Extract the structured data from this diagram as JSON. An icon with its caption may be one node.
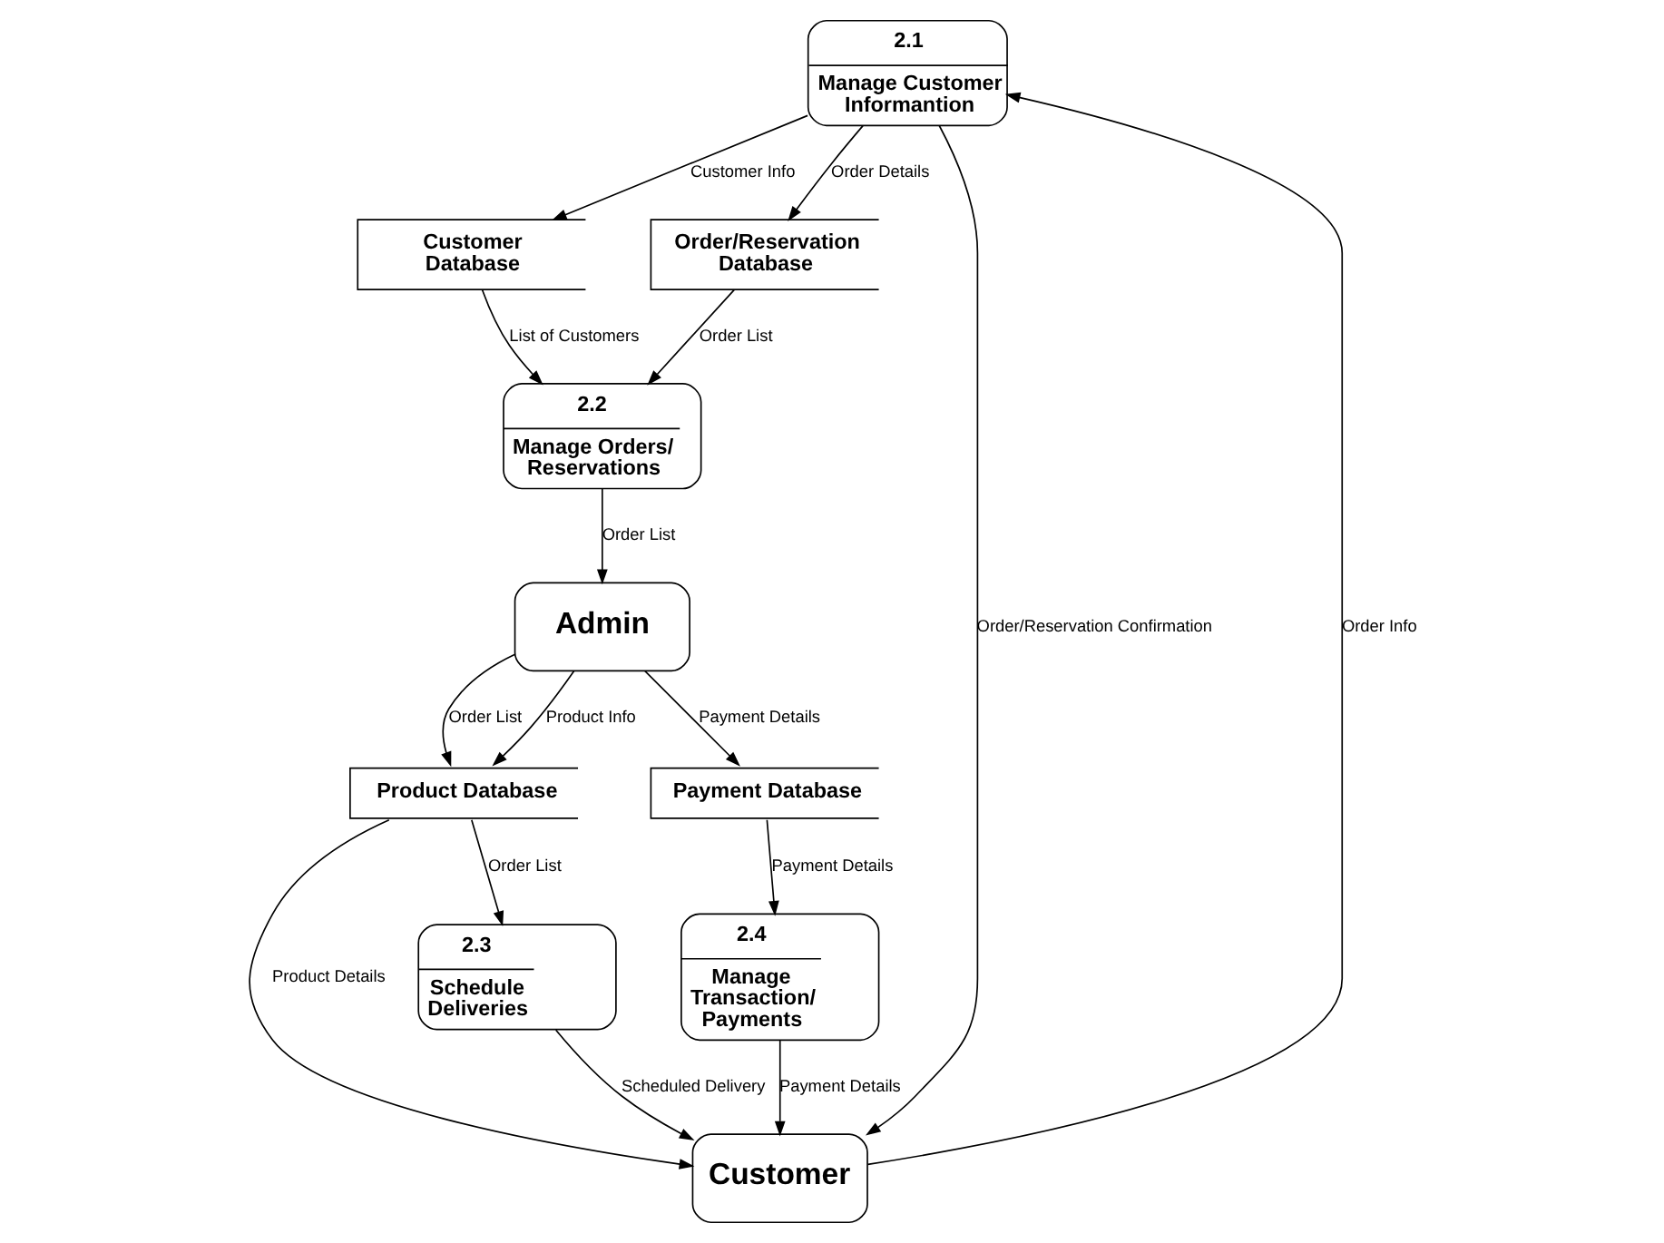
{
  "diagram": {
    "nodes": [
      {
        "text": [
          "2.1",
          "Manage Customer Informantion"
        ]
      },
      {
        "text": [
          "Customer Database"
        ]
      },
      {
        "text": [
          "2.2",
          "Manage Orders/ Reservations"
        ]
      },
      {
        "text": [
          "Order/Reservation Database"
        ]
      },
      {
        "text": [
          "Customer"
        ]
      },
      {
        "text": [
          "Admin"
        ]
      },
      {
        "text": [
          "Product Database"
        ]
      },
      {
        "text": [
          "2.3",
          "Schedule Deliveries"
        ]
      },
      {
        "text": [
          "Payment Database"
        ]
      },
      {
        "text": [
          "2.4",
          "Manage Transaction/ Payments"
        ]
      }
    ],
    "edges": [
      {
        "from": 0,
        "to": 1,
        "arrow": "to",
        "label": "Customer Info"
      },
      {
        "from": 1,
        "to": 2,
        "arrow": "to",
        "label": "List of Customers"
      },
      {
        "from": 0,
        "to": 3,
        "arrow": "to",
        "label": "Order Details"
      },
      {
        "from": 3,
        "to": 2,
        "arrow": "to",
        "label": "Order List"
      },
      {
        "from": 0,
        "to": 4,
        "arrow": "to",
        "label": "Order/Reservation Confirmation"
      },
      {
        "from": 4,
        "to": 0,
        "arrow": "to",
        "label": "Order Info"
      },
      {
        "from": 2,
        "to": 5,
        "arrow": "to",
        "label": "Order List"
      },
      {
        "from": 6,
        "to": 4,
        "arrow": "to",
        "label": "Product Details"
      },
      {
        "from": 5,
        "to": 6,
        "arrow": "to",
        "label": "Order List"
      },
      {
        "from": 5,
        "to": 6,
        "arrow": "to",
        "label": "Product Info"
      },
      {
        "from": 6,
        "to": 7,
        "arrow": "to",
        "label": "Order List"
      },
      {
        "from": 7,
        "to": 4,
        "arrow": "to",
        "label": "Scheduled Delivery"
      },
      {
        "from": 5,
        "to": 8,
        "arrow": "to",
        "label": "Payment Details"
      },
      {
        "from": 8,
        "to": 9,
        "arrow": "to",
        "label": "Payment Details"
      },
      {
        "from": 9,
        "to": 4,
        "arrow": "to",
        "label": "Payment Details"
      }
    ]
  }
}
